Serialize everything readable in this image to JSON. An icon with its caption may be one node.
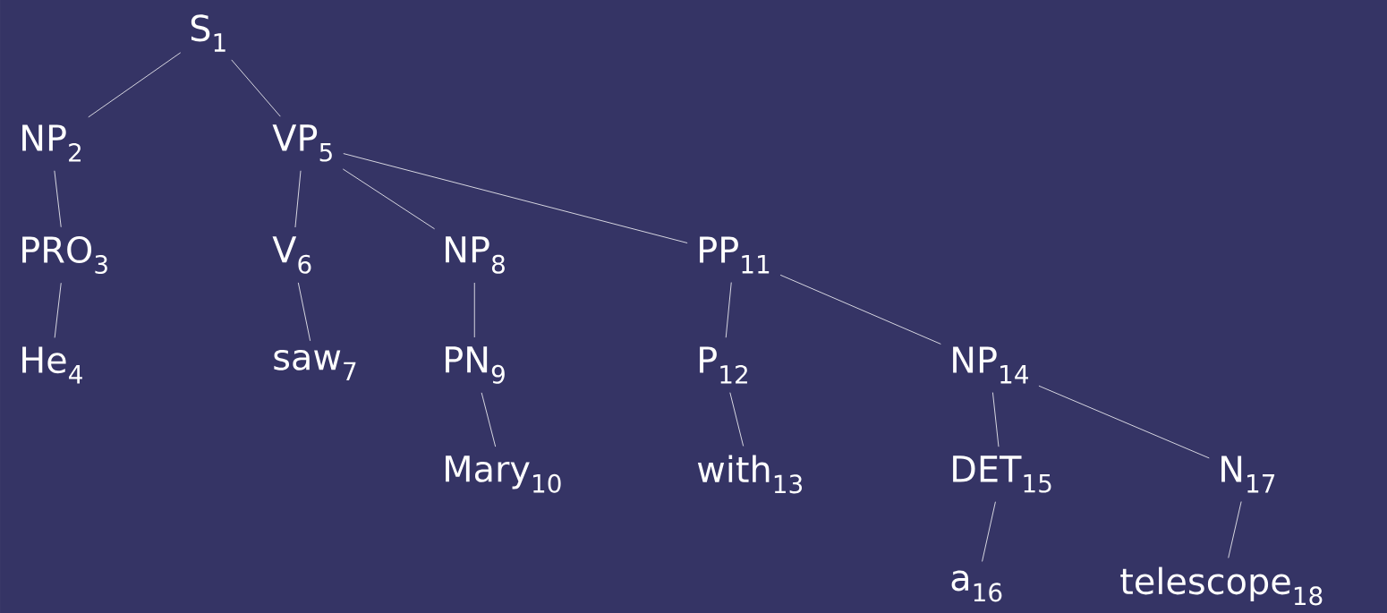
{
  "diagram": {
    "nodes": [
      {
        "text": [
          "S$_{1}$"
        ]
      },
      {
        "text": [
          "NP$_{2}$"
        ]
      },
      {
        "text": [
          "VP$_{5}$"
        ]
      },
      {
        "text": [
          "PRO$_{3}$"
        ]
      },
      {
        "text": [
          "V$_{6}$"
        ]
      },
      {
        "text": [
          "NP$_{8}$"
        ]
      },
      {
        "text": [
          "PP$_{11}$"
        ]
      },
      {
        "text": [
          "He$_{4}$"
        ]
      },
      {
        "text": [
          "saw$_{7}$"
        ]
      },
      {
        "text": [
          "PN$_{9}$"
        ]
      },
      {
        "text": [
          "P$_{12}$"
        ]
      },
      {
        "text": [
          "NP$_{14}$"
        ]
      },
      {
        "text": [
          "Mary$_{10}$"
        ]
      },
      {
        "text": [
          "with$_{13}$"
        ]
      },
      {
        "text": [
          "DET$_{15}$"
        ]
      },
      {
        "text": [
          "N$_{17}$"
        ]
      },
      {
        "text": [
          "a$_{16}$"
        ]
      },
      {
        "text": [
          "telescope$_{18}$"
        ]
      }
    ],
    "edges": [
      {
        "from": 0,
        "to": 1,
        "arrow": "none"
      },
      {
        "from": 0,
        "to": 2,
        "arrow": "none"
      },
      {
        "from": 1,
        "to": 3,
        "arrow": "none"
      },
      {
        "from": 3,
        "to": 7,
        "arrow": "none"
      },
      {
        "from": 2,
        "to": 4,
        "arrow": "none"
      },
      {
        "from": 2,
        "to": 5,
        "arrow": "none"
      },
      {
        "from": 2,
        "to": 6,
        "arrow": "none"
      },
      {
        "from": 4,
        "to": 8,
        "arrow": "none"
      },
      {
        "from": 5,
        "to": 9,
        "arrow": "none"
      },
      {
        "from": 9,
        "to": 12,
        "arrow": "none"
      },
      {
        "from": 6,
        "to": 10,
        "arrow": "none"
      },
      {
        "from": 6,
        "to": 11,
        "arrow": "none"
      },
      {
        "from": 10,
        "to": 13,
        "arrow": "none"
      },
      {
        "from": 11,
        "to": 14,
        "arrow": "none"
      },
      {
        "from": 11,
        "to": 15,
        "arrow": "none"
      },
      {
        "from": 14,
        "to": 16,
        "arrow": "none"
      },
      {
        "from": 15,
        "to": 17,
        "arrow": "none"
      }
    ]
  }
}
